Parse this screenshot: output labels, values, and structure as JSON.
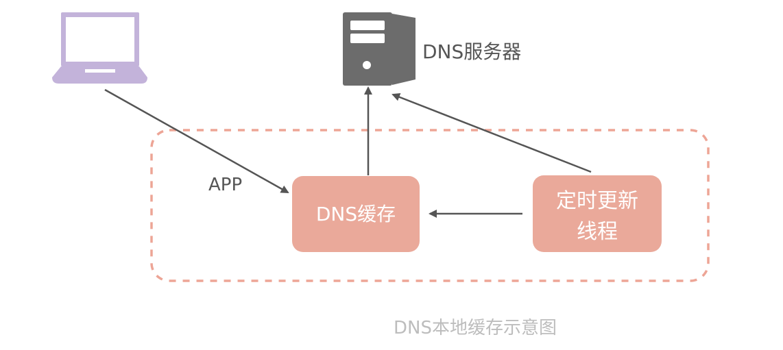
{
  "diagram": {
    "nodes": {
      "laptop": {
        "icon": "laptop-icon"
      },
      "server": {
        "icon": "server-icon",
        "label": "DNS服务器"
      },
      "cache": {
        "label": "DNS缓存"
      },
      "updater": {
        "label_line1": "定时更新",
        "label_line2": "线程"
      }
    },
    "app_label": "APP",
    "caption": "DNS本地缓存示意图",
    "colors": {
      "box_fill": "#eaa99a",
      "boundary": "#eda596",
      "laptop": "#c3b3da",
      "server": "#6c6c6c",
      "arrow": "#555555",
      "caption": "#bdbdbd"
    }
  }
}
